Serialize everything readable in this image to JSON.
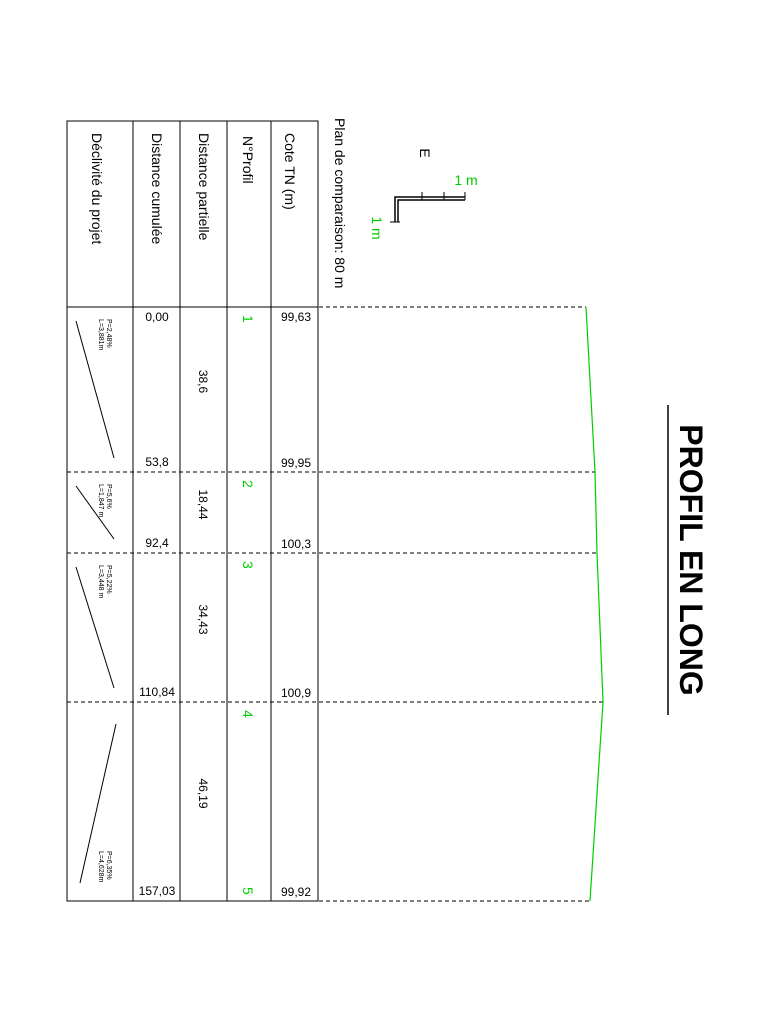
{
  "title": "PROFIL EN LONG",
  "comparison_plane": "Plan de comparaison: 80 m",
  "scale": {
    "north_label": "E",
    "horizontal_label": "1 m",
    "vertical_label": "1 m"
  },
  "headers": {
    "cote_tn": "Cote TN (m)",
    "n_profil": "N°Profil",
    "distance_partielle": "Distance partielle",
    "distance_cumulee": "Distance cumulée",
    "declivite": "Déclivité du projet"
  },
  "stations": [
    {
      "profile": "1",
      "cote": "99,63",
      "cumul": "0,00"
    },
    {
      "profile": "2",
      "cote": "99,95",
      "cumul": "53,8"
    },
    {
      "profile": "3",
      "cote": "100,3",
      "cumul": "92,4"
    },
    {
      "profile": "4",
      "cote": "100,9",
      "cumul": "110,84"
    },
    {
      "profile": "5",
      "cote": "99,92",
      "cumul": "157,03"
    }
  ],
  "segments": [
    {
      "partial": "38,6",
      "slope": "P=2,48%",
      "length": "L=3,881m"
    },
    {
      "partial": "18,44",
      "slope": "P=5,6%",
      "length": "L=1,847 m"
    },
    {
      "partial": "34,43",
      "slope": "P=5,22%",
      "length": "L=3,448 m"
    },
    {
      "partial": "46,19",
      "slope": "P=6,35%",
      "length": "L=4,628m"
    }
  ],
  "colors": {
    "accent": "#00cc00",
    "ink": "#000000"
  }
}
